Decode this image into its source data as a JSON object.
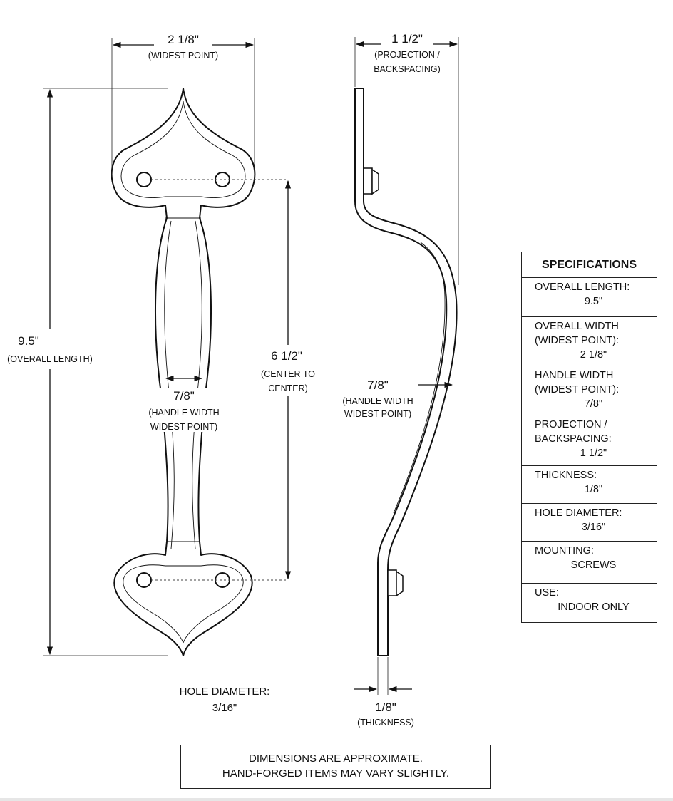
{
  "front_view": {
    "width_value": "2 1/8\"",
    "width_note": "(WIDEST POINT)",
    "length_value": "9.5\"",
    "length_note": "(OVERALL LENGTH)",
    "center_value": "6 1/2\"",
    "center_note_1": "(CENTER TO",
    "center_note_2": "CENTER)",
    "handle_value": "7/8\"",
    "handle_note_1": "(HANDLE WIDTH",
    "handle_note_2": "WIDEST POINT)",
    "hole_label_1": "HOLE DIAMETER:",
    "hole_label_2": "3/16\""
  },
  "side_view": {
    "projection_value": "1 1/2\"",
    "projection_note_1": "(PROJECTION /",
    "projection_note_2": "BACKSPACING)",
    "handle_value": "7/8\"",
    "handle_note_1": "(HANDLE WIDTH",
    "handle_note_2": "WIDEST POINT)",
    "thickness_value": "1/8\"",
    "thickness_note": "(THICKNESS)"
  },
  "specifications": {
    "title": "SPECIFICATIONS",
    "rows": [
      {
        "label": "OVERALL LENGTH:",
        "value": "9.5\""
      },
      {
        "label": "OVERALL WIDTH (WIDEST POINT):",
        "value": "2 1/8\""
      },
      {
        "label": "HANDLE WIDTH (WIDEST POINT):",
        "value": "7/8\""
      },
      {
        "label": "PROJECTION / BACKSPACING:",
        "value": "1 1/2\""
      },
      {
        "label": "THICKNESS:",
        "value": "1/8\""
      },
      {
        "label": "HOLE DIAMETER:",
        "value": "3/16\""
      },
      {
        "label": "MOUNTING:",
        "value": "SCREWS"
      },
      {
        "label": "USE:",
        "value": "INDOOR ONLY"
      }
    ]
  },
  "disclaimer": {
    "line1": "DIMENSIONS ARE APPROXIMATE.",
    "line2": "HAND-FORGED ITEMS MAY VARY SLIGHTLY."
  }
}
